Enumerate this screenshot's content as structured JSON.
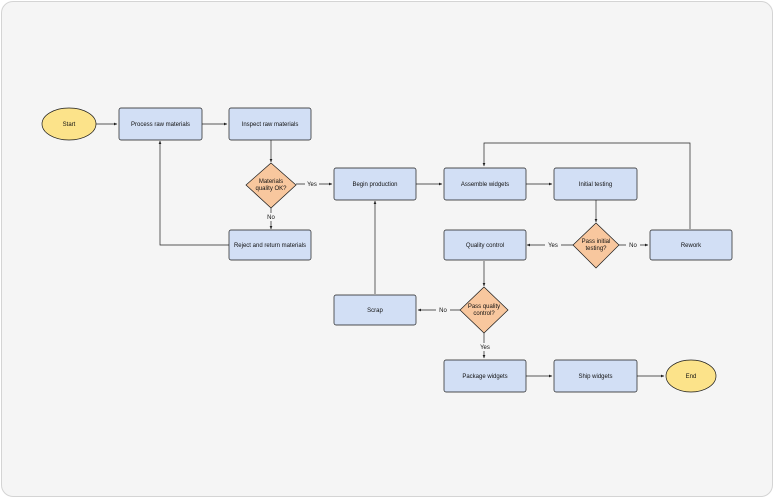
{
  "nodes": {
    "start": "Start",
    "process_raw": "Process raw materials",
    "inspect_raw": "Inspect raw materials",
    "materials_ok": [
      "Materials",
      "quality OK?"
    ],
    "reject_return": "Reject and return materials",
    "begin_production": "Begin production",
    "assemble": "Assemble widgets",
    "initial_testing": "Initial testing",
    "pass_initial": [
      "Pass initial",
      "testing?"
    ],
    "rework": "Rework",
    "quality_control": "Quality control",
    "pass_qc": [
      "Pass quality",
      "control?"
    ],
    "scrap": "Scrap",
    "package": "Package widgets",
    "ship": "Ship widgets",
    "end": "End"
  },
  "edge_labels": {
    "materials_yes": "Yes",
    "materials_no": "No",
    "initial_yes": "Yes",
    "initial_no": "No",
    "qc_no": "No",
    "qc_yes": "Yes"
  },
  "colors": {
    "process": "#d2dff5",
    "decision": "#f8c79e",
    "terminal": "#fce38a",
    "background": "#f5f5f5"
  }
}
